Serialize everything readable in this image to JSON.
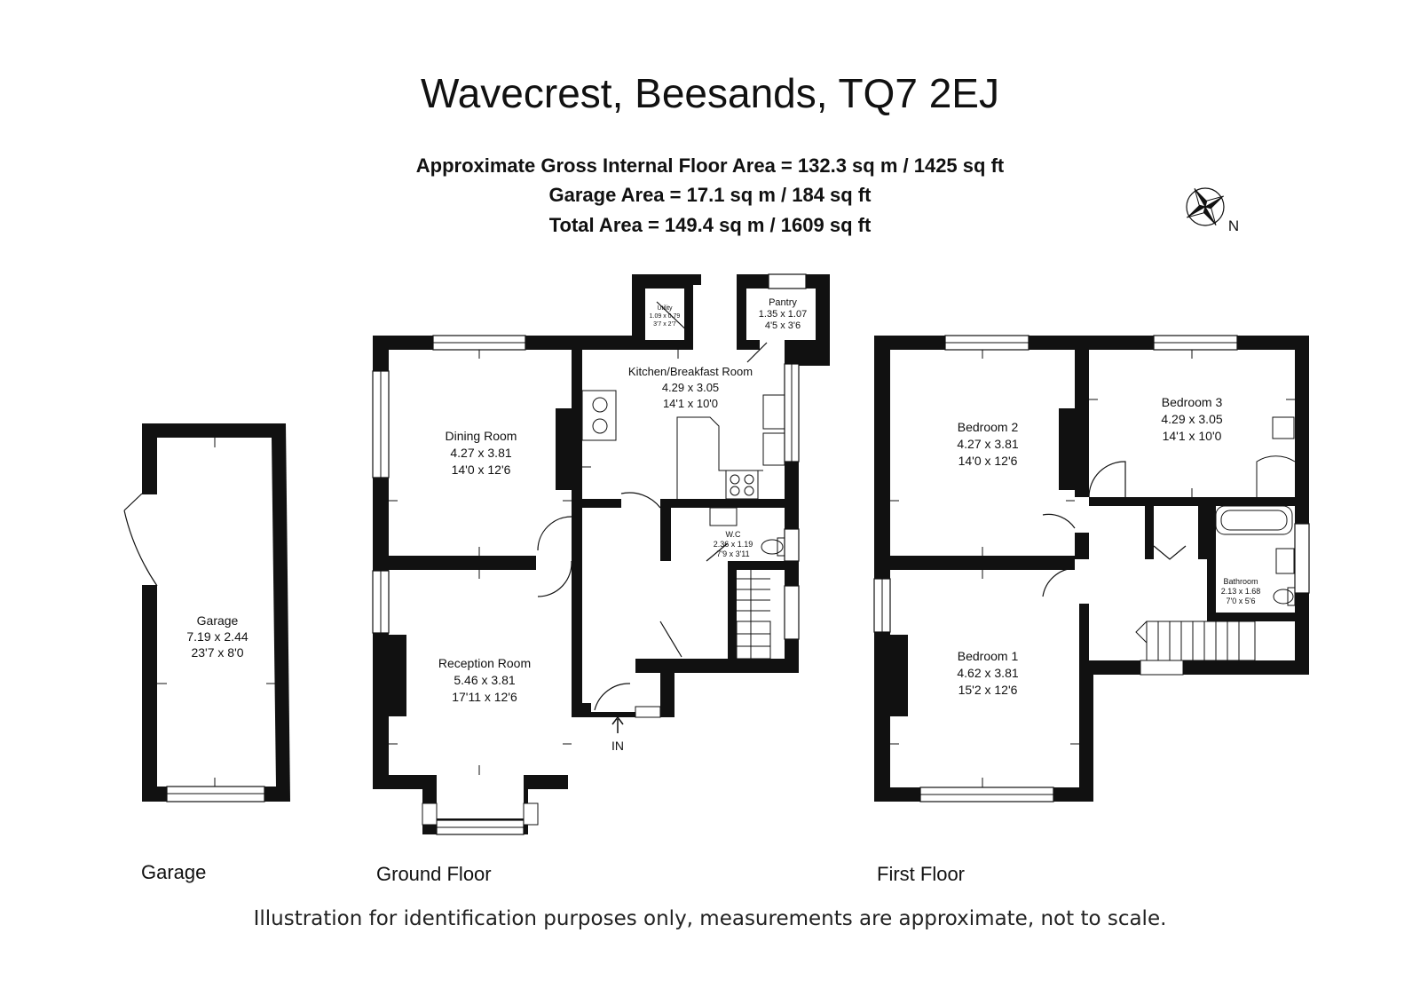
{
  "header": {
    "title": "Wavecrest, Beesands, TQ7 2EJ",
    "area_internal": "Approximate Gross Internal Floor Area  = 132.3 sq m  / 1425 sq ft",
    "area_garage": "Garage Area = 17.1 sq m  / 184 sq ft",
    "area_total": "Total Area = 149.4 sq m  / 1609 sq ft"
  },
  "compass": {
    "label": "N",
    "icon": "compass-rose-icon"
  },
  "floors": {
    "garage": "Garage",
    "ground": "Ground Floor",
    "first": "First Floor"
  },
  "entrance": {
    "label": "IN"
  },
  "rooms": {
    "garage": {
      "name": "Garage",
      "metric": "7.19 x 2.44",
      "imperial": "23'7 x 8'0"
    },
    "dining": {
      "name": "Dining Room",
      "metric": "4.27 x 3.81",
      "imperial": "14'0 x 12'6"
    },
    "kitchen": {
      "name": "Kitchen/Breakfast Room",
      "metric": "4.29 x 3.05",
      "imperial": "14'1 x 10'0"
    },
    "utility": {
      "name": "Utility",
      "metric": "1.09 x 0.79",
      "imperial": "3'7 x 2'7"
    },
    "pantry": {
      "name": "Pantry",
      "metric": "1.35 x 1.07",
      "imperial": "4'5 x 3'6"
    },
    "wc": {
      "name": "W.C",
      "metric": "2.36 x 1.19",
      "imperial": "7'9 x 3'11"
    },
    "reception": {
      "name": "Reception Room",
      "metric": "5.46 x 3.81",
      "imperial": "17'11 x 12'6"
    },
    "bedroom2": {
      "name": "Bedroom 2",
      "metric": "4.27 x 3.81",
      "imperial": "14'0 x 12'6"
    },
    "bedroom3": {
      "name": "Bedroom 3",
      "metric": "4.29 x 3.05",
      "imperial": "14'1 x 10'0"
    },
    "bathroom": {
      "name": "Bathroom",
      "metric": "2.13 x 1.68",
      "imperial": "7'0 x 5'6"
    },
    "bedroom1": {
      "name": "Bedroom 1",
      "metric": "4.62 x 3.81",
      "imperial": "15'2 x 12'6"
    }
  },
  "footer": {
    "disclaimer": "Illustration for identification purposes only, measurements are approximate, not to scale."
  }
}
